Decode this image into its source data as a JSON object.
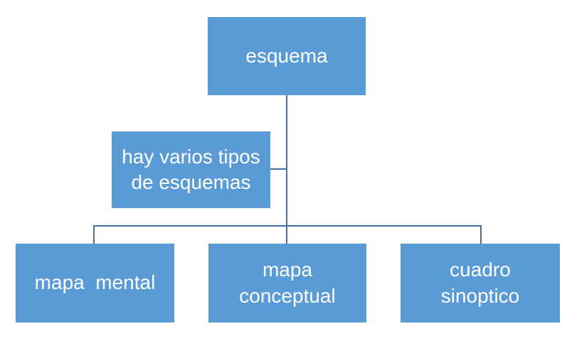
{
  "diagram": {
    "type": "tree",
    "colors": {
      "box_fill": "#5b9bd5",
      "connector_line": "#44719e",
      "text": "#ffffff",
      "background": "#ffffff"
    },
    "nodes": {
      "root": {
        "label": "esquema"
      },
      "annotation": {
        "label": "hay varios tipos\nde esquemas"
      },
      "children": [
        {
          "label": "mapa  mental"
        },
        {
          "label": "mapa\nconceptual"
        },
        {
          "label": "cuadro\nsinoptico"
        }
      ]
    }
  }
}
